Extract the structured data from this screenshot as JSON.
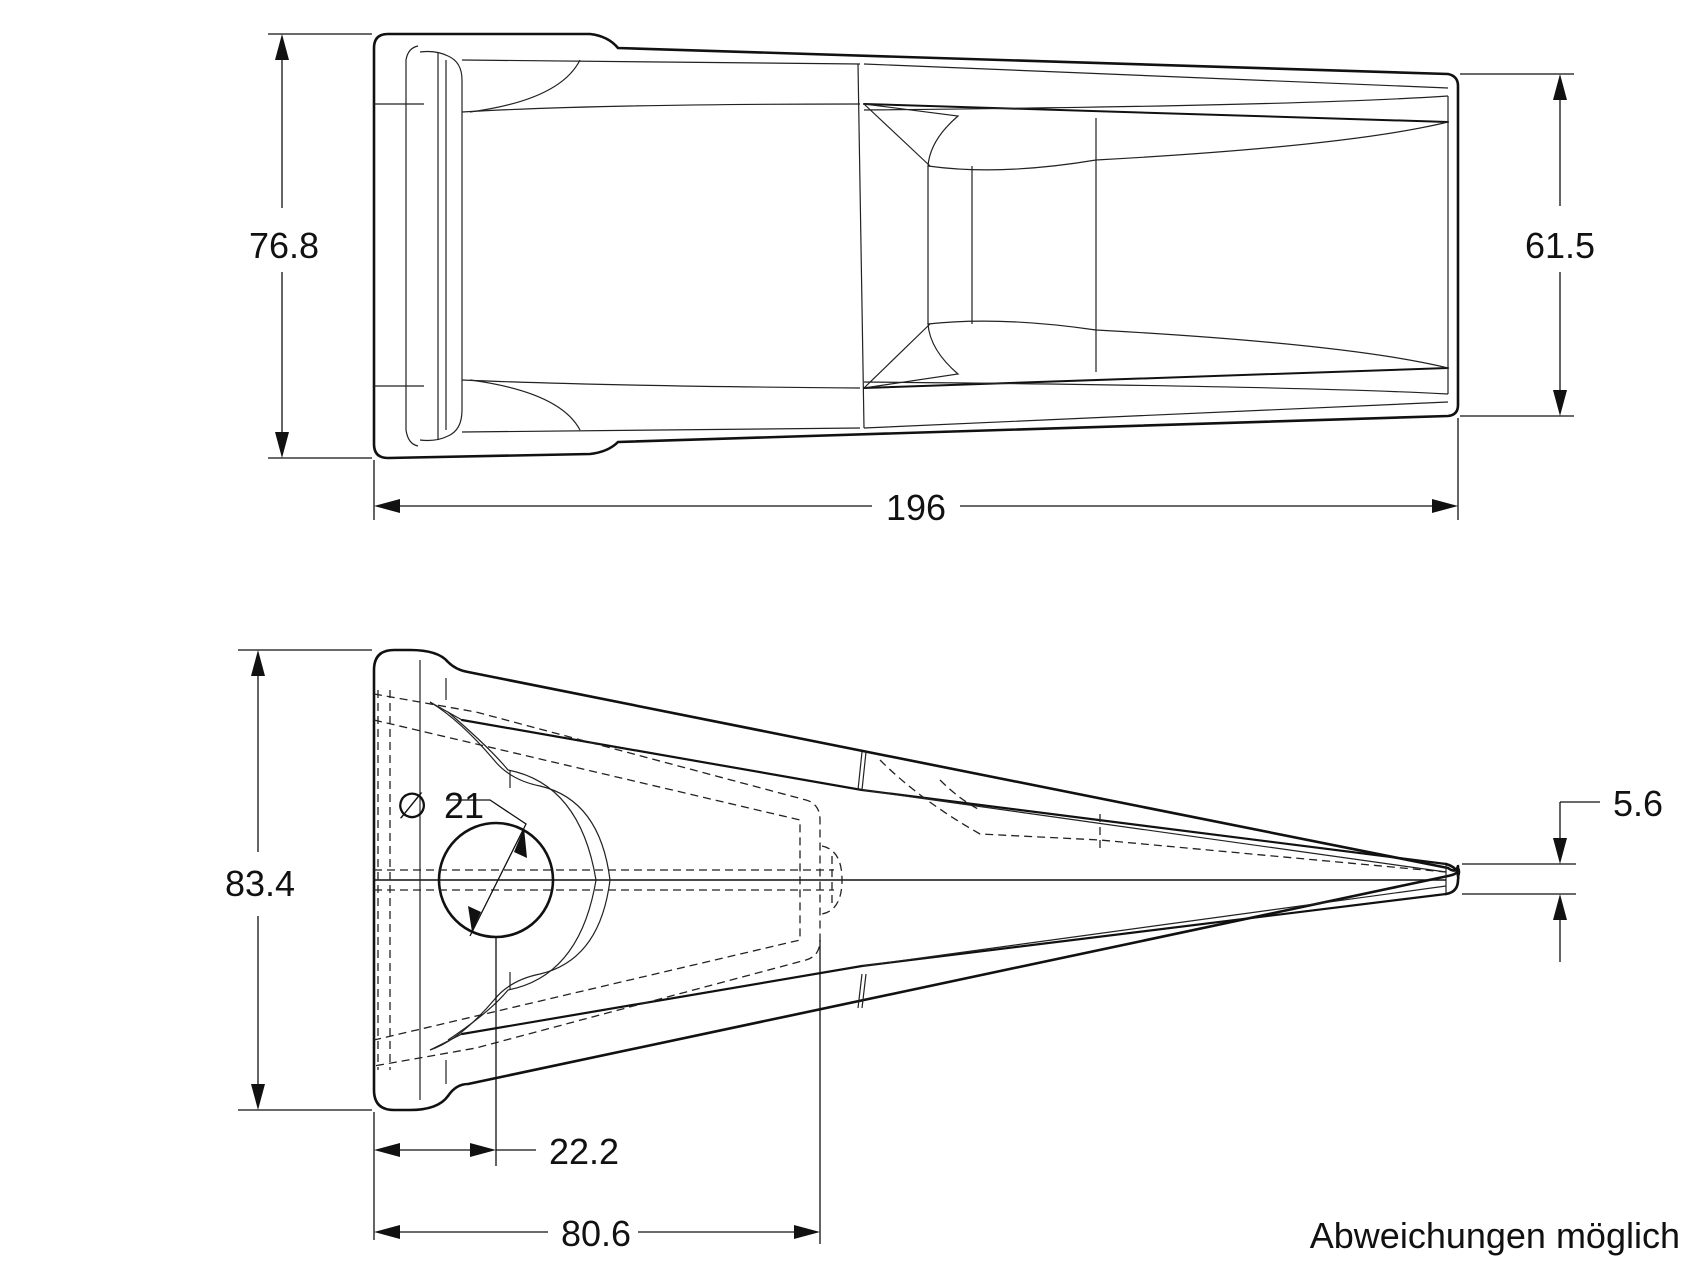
{
  "top_view": {
    "dimensions": {
      "height_left": "76.8",
      "height_right": "61.5",
      "length": "196"
    }
  },
  "side_view": {
    "dimensions": {
      "height": "83.4",
      "hole_diameter_symbol": "∅",
      "hole_diameter": "21",
      "tip": "5.6",
      "hole_offset": "22.2",
      "pocket_depth": "80.6"
    }
  },
  "note": "Abweichungen möglich"
}
